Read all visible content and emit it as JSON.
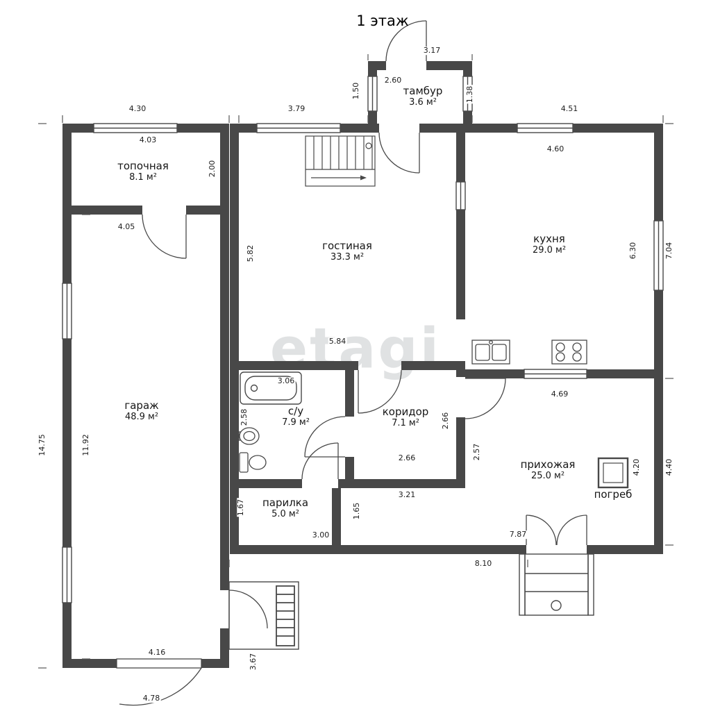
{
  "title": "1 этаж",
  "watermark": "etagi",
  "rooms": {
    "topochnaya": {
      "name": "топочная",
      "area": "8.1 м²"
    },
    "gostinaya": {
      "name": "гостиная",
      "area": "33.3 м²"
    },
    "tambur": {
      "name": "тамбур",
      "area": "3.6 м²"
    },
    "kuhnya": {
      "name": "кухня",
      "area": "29.0 м²"
    },
    "garazh": {
      "name": "гараж",
      "area": "48.9 м²"
    },
    "su": {
      "name": "с/у",
      "area": "7.9 м²"
    },
    "koridor": {
      "name": "коридор",
      "area": "7.1 м²"
    },
    "prihozhaya": {
      "name": "прихожая",
      "area": "25.0 м²"
    },
    "parilka": {
      "name": "парилка",
      "area": "5.0 м²"
    },
    "pogreb": {
      "name": "погреб"
    }
  },
  "dims": {
    "tambur_top": "3.17",
    "tambur_width": "2.60",
    "tambur_left": "1.50",
    "tambur_right": "1.38",
    "topochnaya_top": "4.30",
    "gostinaya_top": "3.79",
    "kuhnya_top": "4.51",
    "topochnaya_width": "4.03",
    "topochnaya_height": "2.00",
    "kuhnya_width": "4.60",
    "garage_top": "4.05",
    "gostinaya_left": "5.82",
    "kuhnya_right": "6.30",
    "right_upper": "7.04",
    "gostinaya_bottom": "5.84",
    "su_top": "3.06",
    "su_left": "2.58",
    "koridor_height": "2.66",
    "koridor_width": "2.66",
    "prihozhaya_left": "2.57",
    "kuhnya_bottom": "4.69",
    "left_total": "14.75",
    "garage_left": "11.92",
    "parilka_left": "1.67",
    "strip_height": "1.65",
    "koridor_bottom": "3.21",
    "parilka_bottom": "3.00",
    "prihozhaya_bottom": "7.87",
    "bottom_total": "8.10",
    "garage_bottom": "4.16",
    "garage_right_bottom": "3.67",
    "garage_door": "4.78",
    "prihozhaya_right": "4.20",
    "right_lower": "4.40"
  }
}
